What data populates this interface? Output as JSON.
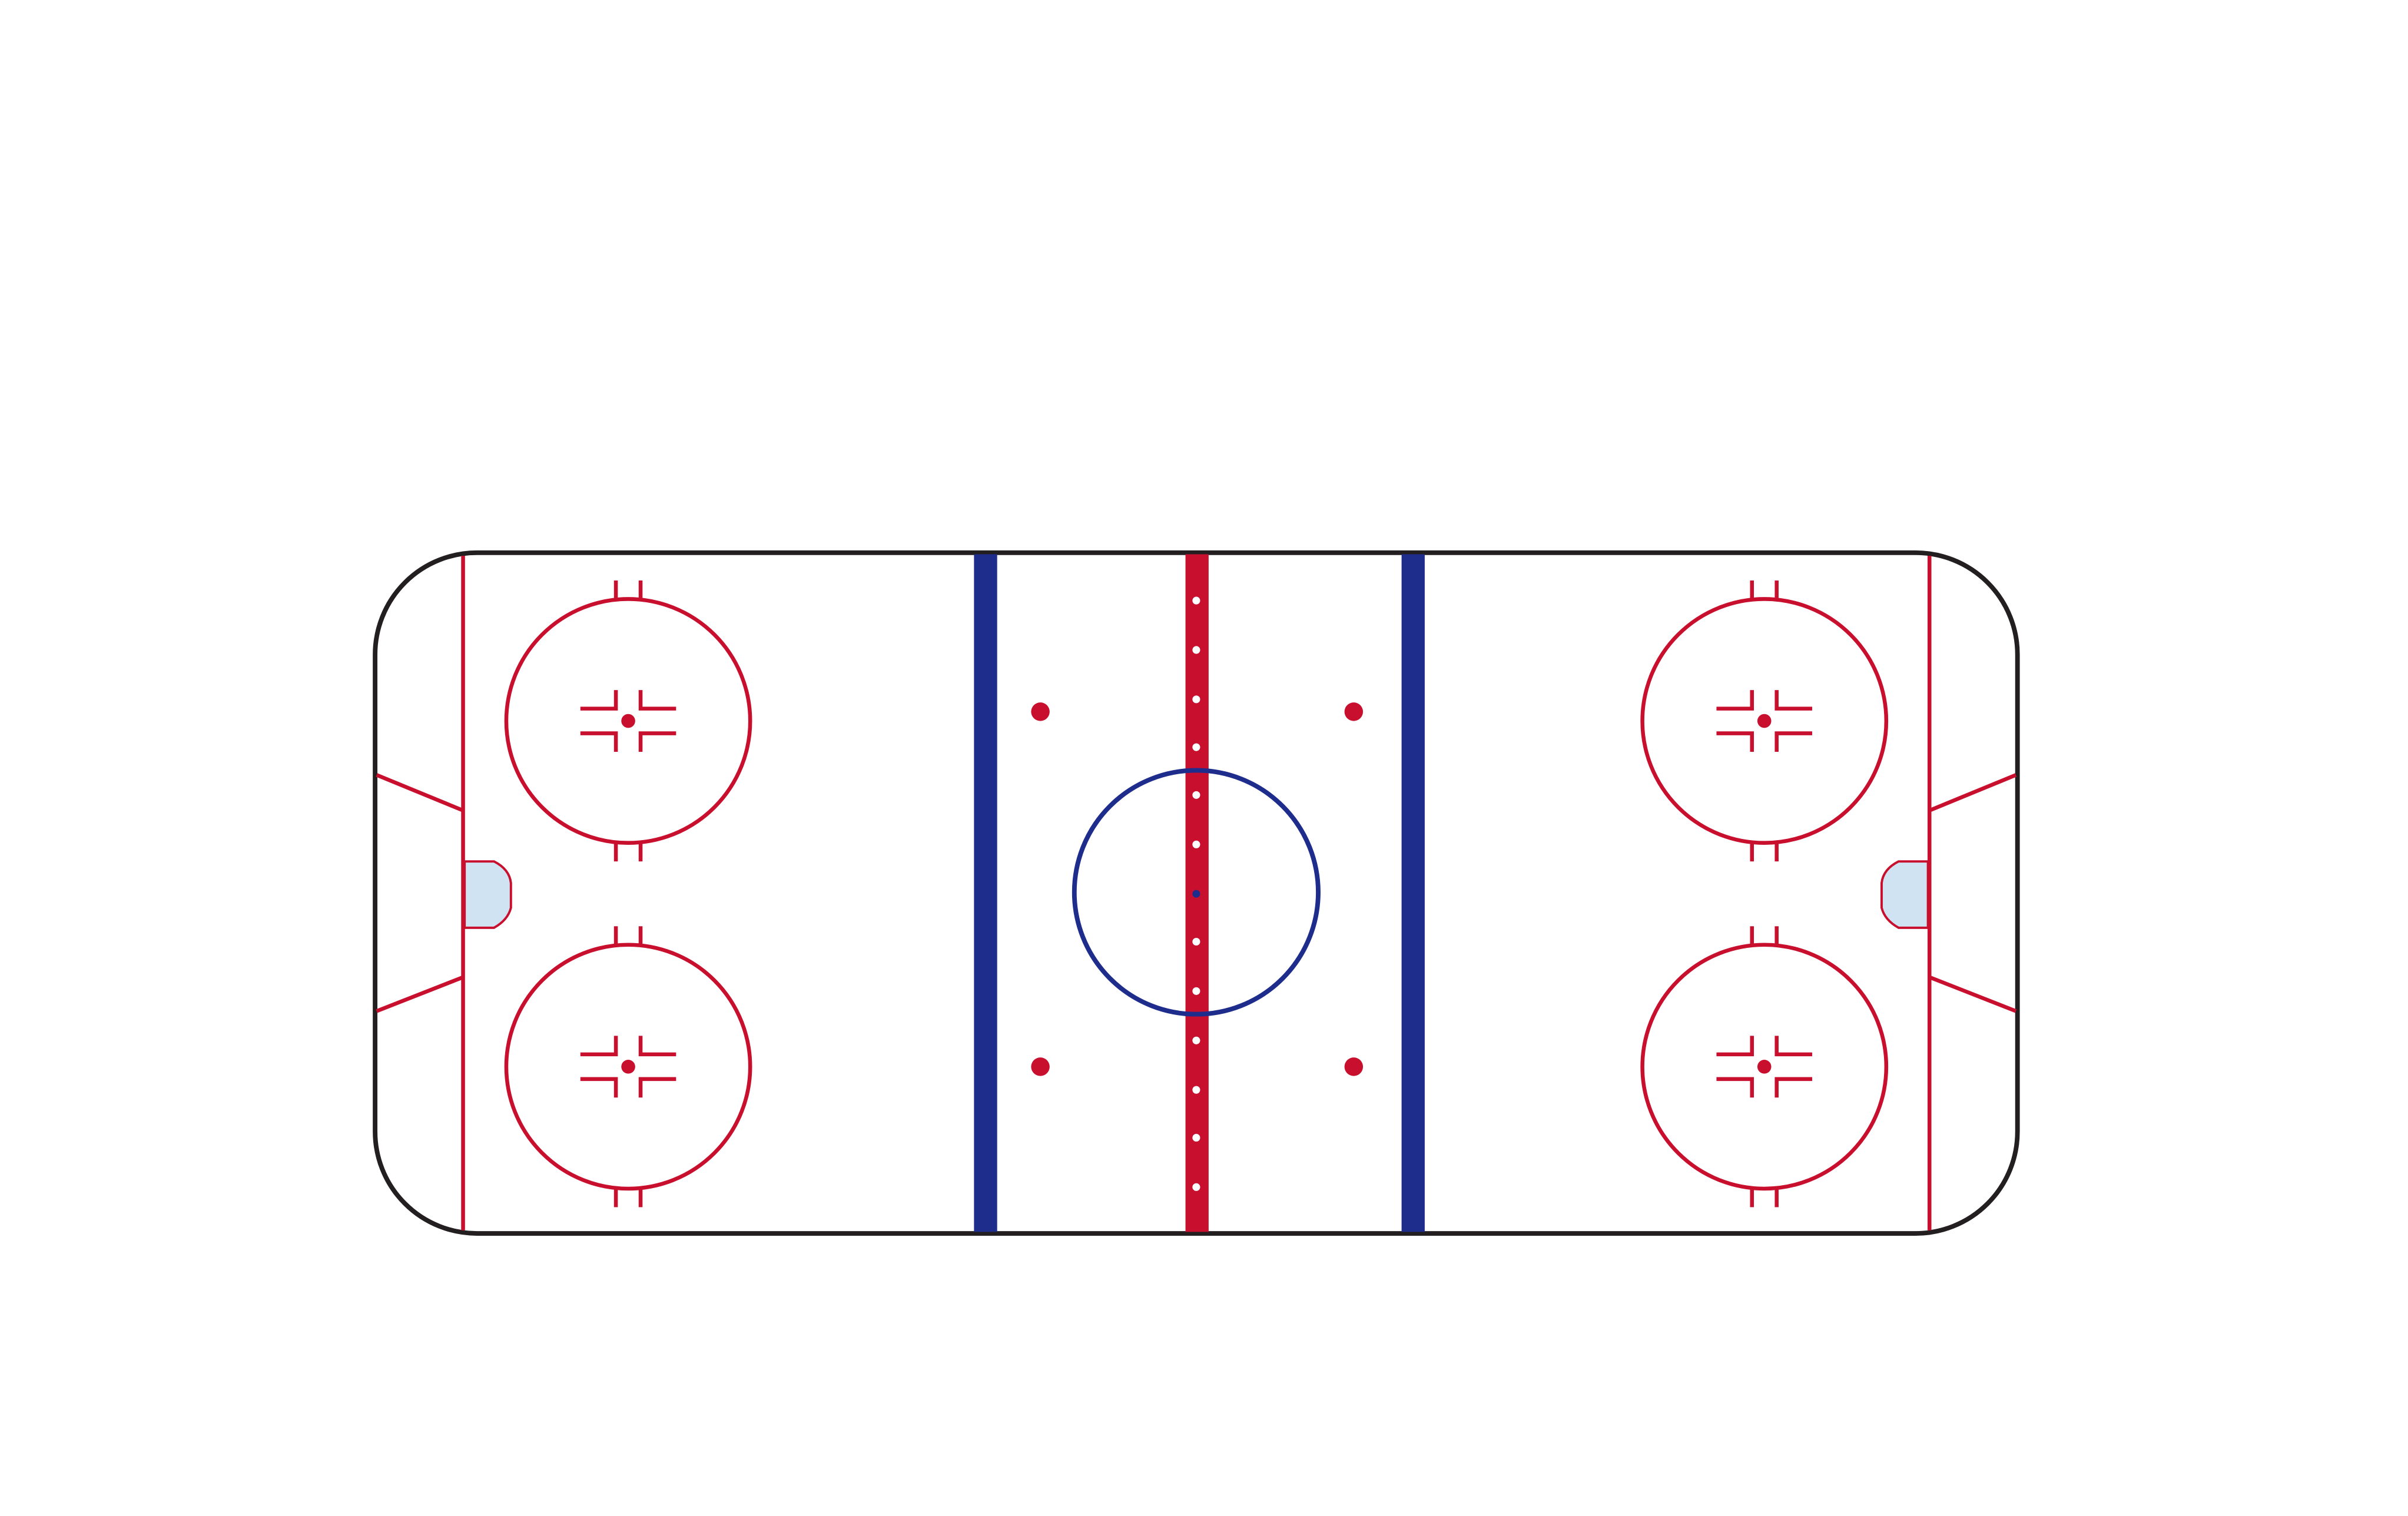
{
  "diagram": {
    "subject": "ice-hockey-rink",
    "orientation": "horizontal",
    "faceoff_circles": 5,
    "faceoff_spots_total": 9,
    "goal_creases": 2,
    "blue_lines": 2,
    "center_red_line": 1,
    "goal_lines": 2,
    "trapezoid_ends": 2
  },
  "colors": {
    "background": "#ffffff",
    "board": "#231f20",
    "ice": "#ffffff",
    "red_line": "#c8102e",
    "blue_line": "#1e2d8c",
    "crease_fill": "#cfe3f3",
    "crease_stroke": "#c8102e",
    "centerline_dots": "#ffffff"
  }
}
